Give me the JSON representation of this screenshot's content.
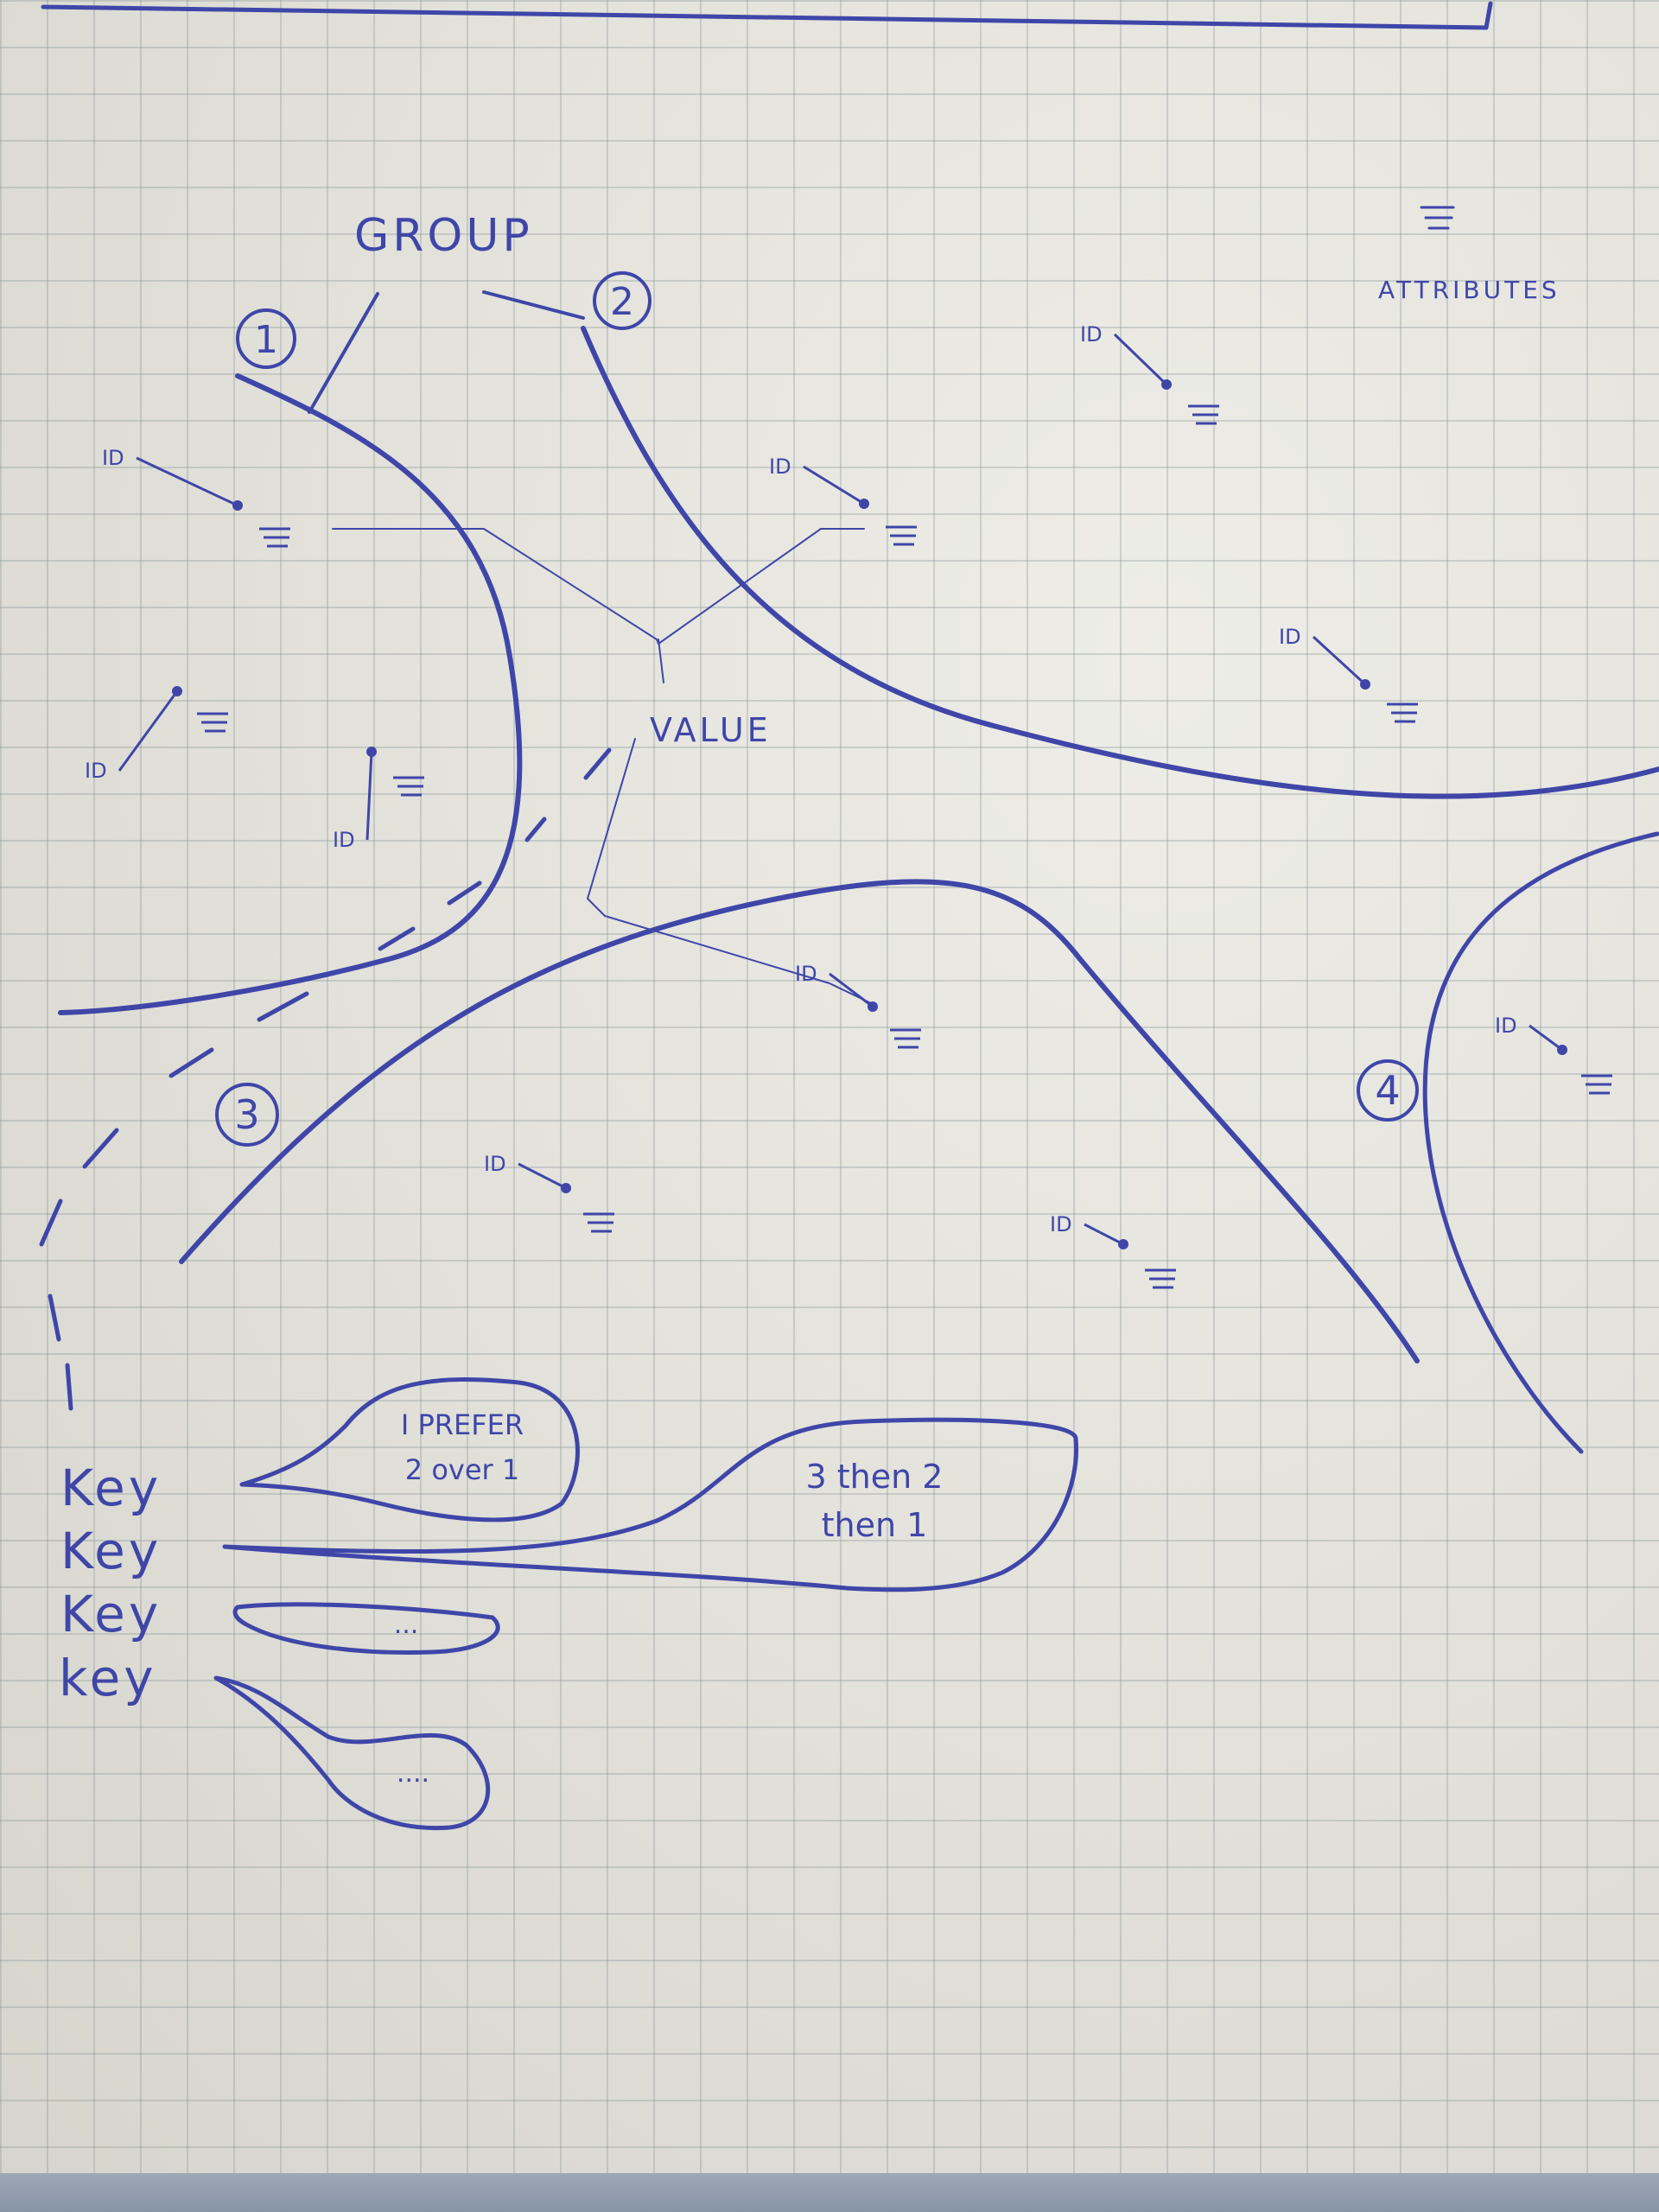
{
  "labels": {
    "group": "GROUP",
    "value": "VALUE",
    "attributes": "ATTRIBUTES",
    "circled_1": "1",
    "circled_2": "2",
    "circled_3": "3",
    "circled_4": "4"
  },
  "id_label": "ID",
  "keys": [
    "Key",
    "Key",
    "Key",
    "key"
  ],
  "bubbles": {
    "prefer_line1": "I PREFER",
    "prefer_line2": "2 over 1",
    "order_line1": "3 then 2",
    "order_line2": "then 1",
    "ellipsis_small": "...",
    "ellipsis_cloud": "...."
  },
  "colors": {
    "ink": "#3f46a8",
    "paper": "#e4e3da",
    "grid": "#8c9aa0"
  }
}
